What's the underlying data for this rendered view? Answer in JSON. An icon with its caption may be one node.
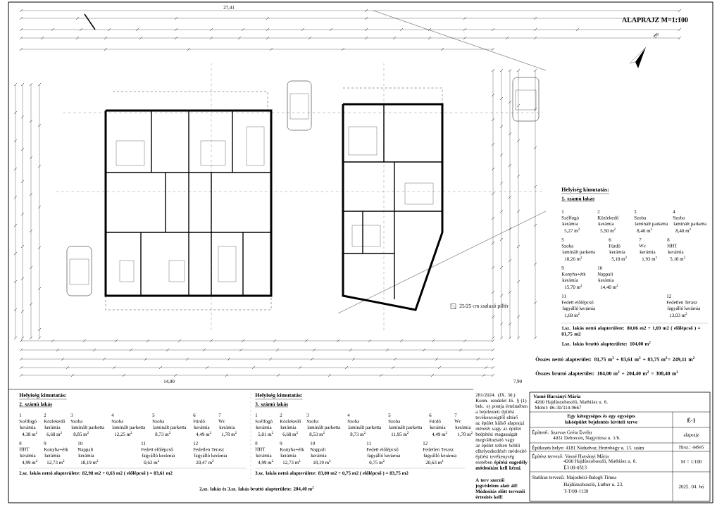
{
  "diagram": {
    "title": "ALAPRAJZ  M=1:100",
    "labels": [
      "É",
      "27,41",
      "14,00",
      "7,90",
      "Helyiség kimutatás:",
      "1. számú lakás",
      "1",
      "Szélfogó",
      "kerámia",
      "5,27 m$^{2}$",
      "2",
      "Közlekedő",
      "kerámia",
      "5,50 m$^{2}$",
      "3",
      "Szoba",
      "laminált parketta",
      "8,40 m$^{2}$",
      "4",
      "Szoba",
      "laminált parketta",
      "8,40 m$^{2}$",
      "5",
      "Szoba",
      "laminált parketta",
      "10,26 m$^{2}$",
      "6",
      "Fürdő",
      "kerámia",
      "5,10 m$^{2}$",
      "7",
      "Wc",
      "kerámia",
      "1,93 m$^{2}$",
      "8",
      "HHT",
      "kerámia",
      "5,10 m$^{2}$",
      "9",
      "Konyha+étk",
      "kerámia",
      "15,70 m$^{2}$",
      "10",
      "Nappali",
      "kerámia",
      "14,40 m$^{2}$",
      "11",
      "Fedett előlépcső",
      "fagyálló kerámia",
      "1,69 m$^{2}$",
      "12",
      "Fedetlen Terasz",
      "fagyálló kerámia",
      "13,03 m$^{2}$",
      "1.sz. lakás nettó alapterülete: 80,06 m2 + 1,69 m2 ( előlépcső ) = 81,75 m2",
      "1.sz. lakás bruttó alapterülete: 104,00 m$^{2}$",
      "Összes nettó alapterület: 81,75 m$^{2}$ + 83,61 m$^{2}$ + 83,75 m$^{2}$= 249,11 m$^{2}$",
      "Összes bruttó alapterület: 104,00 m$^{2}$ + 204,40 m$^{2}$ = 308,40 m$^{2}$",
      "Helyiség kimutatás:",
      "2. számú lakás",
      "1",
      "Szélfogó",
      "kerámia",
      "4,38 m$^{2}$",
      "2",
      "Közlekedő",
      "kerámia",
      "6,60 m$^{2}$",
      "3",
      "Szoba",
      "laminált parketta",
      "8,85 m$^{2}$",
      "4",
      "Szoba",
      "laminált parketta",
      "12,25 m$^{2}$",
      "5",
      "Szoba",
      "laminált parketta",
      "8,73 m$^{2}$",
      "6",
      "Fürdő",
      "kerámia",
      "4,49 m$^{2}$",
      "7",
      "Wc",
      "kerámia",
      "1,78 m$^{2}$",
      "8",
      "HHT",
      "kerámia",
      "4,99 m$^{2}$",
      "9",
      "Konyha+étk",
      "kerámia",
      "12,73 m$^{2}$",
      "10",
      "Nappali",
      "kerámia",
      "18,19 m$^{2}$",
      "11",
      "Fedett előlépcső",
      "fagyálló kerámia",
      "0,63 m$^{2}$",
      "12",
      "Fedetlen Terasz",
      "fagyálló kerámia",
      "20,47 m$^{2}$",
      "2.sz. lakás nettó alapterülete: 82,98 m2 + 0,63 m2 ( előlépcső ) = 83,61 m2",
      "2.sz. lakás és 3.sz. lakás bruttó alapterülete: 204,40 m$^{2}$",
      "Helyiség kimutatás:",
      "3. számú lakás",
      "1",
      "Szélfogó",
      "kerámia",
      "5,01 m$^{2}$",
      "2",
      "Közlekedő",
      "kerámia",
      "6,60 m$^{2}$",
      "3",
      "Szoba",
      "laminált parketta",
      "8,53 m$^{2}$",
      "4",
      "Szoba",
      "laminált parketta",
      "8,73 m$^{2}$",
      "5",
      "Szoba",
      "laminált parketta",
      "11,95 m$^{2}$",
      "6",
      "Fürdő",
      "kerámia",
      "4,49 m$^{2}$",
      "7",
      "Wc",
      "kerámia",
      "1,78 m$^{2}$",
      "8",
      "HHT",
      "kerámia",
      "4,99 m$^{2}$",
      "9",
      "Konyha+étk",
      "kerámia",
      "12,73 m$^{2}$",
      "10",
      "Nappali",
      "kerámia",
      "18,19 m$^{2}$",
      "11",
      "Fedett előlépcső",
      "fagyálló kerámia",
      "0,75 m$^{2}$",
      "12",
      "Fedetlen Terasz",
      "fagyálló kerámia",
      "20,63 m$^{2}$",
      "3.sz. lakás nettó alapterülete: 83,00 m2 + 0,75 m2 ( előlépcső ) = 83,75 m2",
      "281/2024. (IX. 30.) Korm. rendelet 16. § (1) bek. e) pontja értelmében a bejelentett építési tevékenységtől eltérő az épület külső alaprajzi méretét vagy az épület beépítési magasságát megváltoztató vagy az épület telken belüli elhelyezkedését módosító építési tevékenység esetében **építési engedély módosítást kell kérni**.",
      "A terv szerzői jogvédelem alatt áll!",
      "Módosítás előtt tervezői értesítés kell!",
      "Vasné Harsányi Mária",
      "4200 Hajdúszoboszló, Mathiász u. 6.",
      "Mobil: 06-30/314-9667",
      "Egy kétegységes és egy egységes lakóépület bejelentés kiviteli terve",
      "É-1",
      "Építtető: Szarvas Gréta Evelin",
      "4031 Debrecen, Nagyrózsa u. 1/b.",
      "alaprajz",
      "Építkezés helye: 4181 Nádudvar, Hortobágy u. 13. szám",
      "Hrsz.: 449/6",
      "Építész tervező: Vasné Harsányi Mária",
      "4200 Hajdúszoboszló, Mathiász u. 6.",
      "É3 09-0513",
      "M = 1:100",
      "Statikus tervező: Majoshézi-Balogh Tímea",
      "Hajdúszoboszló, Luther u. 23.",
      "T-T/09-1139",
      "2025. 04. hó"
    ],
    "legend": [
      {
        "text": "25/25 cm zsaluzó pillér"
      }
    ]
  }
}
